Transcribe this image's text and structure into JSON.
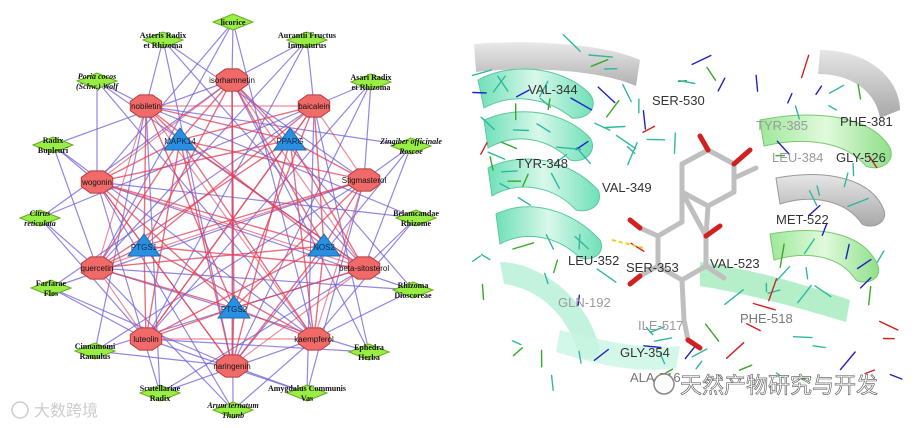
{
  "network": {
    "herbs": [
      {
        "id": "h1",
        "label": "licorice",
        "italic": false
      },
      {
        "id": "h2",
        "label": "Asteris Radix et Rhizoma",
        "italic": false
      },
      {
        "id": "h3",
        "label": "Aurantii Fructus Immaturus",
        "italic": false
      },
      {
        "id": "h4",
        "label": "Poria cocos (Schw.) Wolf",
        "italic": true
      },
      {
        "id": "h5",
        "label": "Asari Radix et Rhizoma",
        "italic": false
      },
      {
        "id": "h6",
        "label": "Radix Bupleuri",
        "italic": false
      },
      {
        "id": "h7",
        "label": "Zingiber officinale Roscoe",
        "italic": true
      },
      {
        "id": "h8",
        "label": "Citrus reticulata",
        "italic": true
      },
      {
        "id": "h9",
        "label": "Belamcandae Rhizome",
        "italic": false
      },
      {
        "id": "h10",
        "label": "Farfarae Flos",
        "italic": false
      },
      {
        "id": "h11",
        "label": "Rhizoma Dioscoreae",
        "italic": false
      },
      {
        "id": "h12",
        "label": "Cinnamomi Ramulus",
        "italic": false
      },
      {
        "id": "h13",
        "label": "Ephedra Herba",
        "italic": false
      },
      {
        "id": "h14",
        "label": "Scutellariae Radix",
        "italic": false
      },
      {
        "id": "h15",
        "label": "Amygdalus Communis Vas",
        "italic": false
      },
      {
        "id": "h16",
        "label": "Arum ternatum Thunb",
        "italic": true
      }
    ],
    "compounds": [
      {
        "id": "c1",
        "label": "isorhamnetin"
      },
      {
        "id": "c2",
        "label": "nobiletin"
      },
      {
        "id": "c3",
        "label": "baicalein"
      },
      {
        "id": "c4",
        "label": "wogonin"
      },
      {
        "id": "c5",
        "label": "Stigmasterol"
      },
      {
        "id": "c6",
        "label": "quercetin"
      },
      {
        "id": "c7",
        "label": "beta-sitosterol"
      },
      {
        "id": "c8",
        "label": "luteolin"
      },
      {
        "id": "c9",
        "label": "kaempferol"
      },
      {
        "id": "c10",
        "label": "naringenin"
      }
    ],
    "targets": [
      {
        "id": "t1",
        "label": "MAPK14"
      },
      {
        "id": "t2",
        "label": "PPARG"
      },
      {
        "id": "t3",
        "label": "PTGS1"
      },
      {
        "id": "t4",
        "label": "NOS2"
      },
      {
        "id": "t5",
        "label": "PTGS2"
      }
    ],
    "colors": {
      "herb_fill": "#99ee44",
      "herb_stroke": "#66aa22",
      "compound_fill": "#f06a6a",
      "compound_stroke": "#b83a3a",
      "target_fill": "#2a8fe0",
      "herb_edge": "#6e5fd8",
      "compound_edge": "#e0405a"
    }
  },
  "docking": {
    "residues": [
      {
        "label": "VAL-344",
        "color": "#333333"
      },
      {
        "label": "SER-530",
        "color": "#333333"
      },
      {
        "label": "TYR-385",
        "color": "#9a9a9a"
      },
      {
        "label": "PHE-381",
        "color": "#333333"
      },
      {
        "label": "LEU-384",
        "color": "#9a9a9a"
      },
      {
        "label": "GLY-526",
        "color": "#333333"
      },
      {
        "label": "TYR-348",
        "color": "#333333"
      },
      {
        "label": "VAL-349",
        "color": "#333333"
      },
      {
        "label": "MET-522",
        "color": "#333333"
      },
      {
        "label": "LEU-352",
        "color": "#333333"
      },
      {
        "label": "SER-353",
        "color": "#333333"
      },
      {
        "label": "VAL-523",
        "color": "#333333"
      },
      {
        "label": "GLN-192",
        "color": "#9a9a9a"
      },
      {
        "label": "ILE-517",
        "color": "#9a9a9a"
      },
      {
        "label": "PHE-518",
        "color": "#777777"
      },
      {
        "label": "GLY-354",
        "color": "#333333"
      },
      {
        "label": "ALA-516",
        "color": "#777777"
      }
    ],
    "colors": {
      "ribbon": "#8fe8c8",
      "ribbon_light": "#c8f5e2",
      "ribbon_gray": "#c8c8c8",
      "stick_teal": "#2fb8a0",
      "stick_green": "#3aa82a",
      "stick_blue": "#2020c0",
      "stick_red": "#d02020",
      "ligand": "#d8d8d8",
      "hbond": "#e8d020"
    }
  },
  "watermarks": {
    "left": "大数跨境",
    "right": "天然产物研究与开发"
  }
}
